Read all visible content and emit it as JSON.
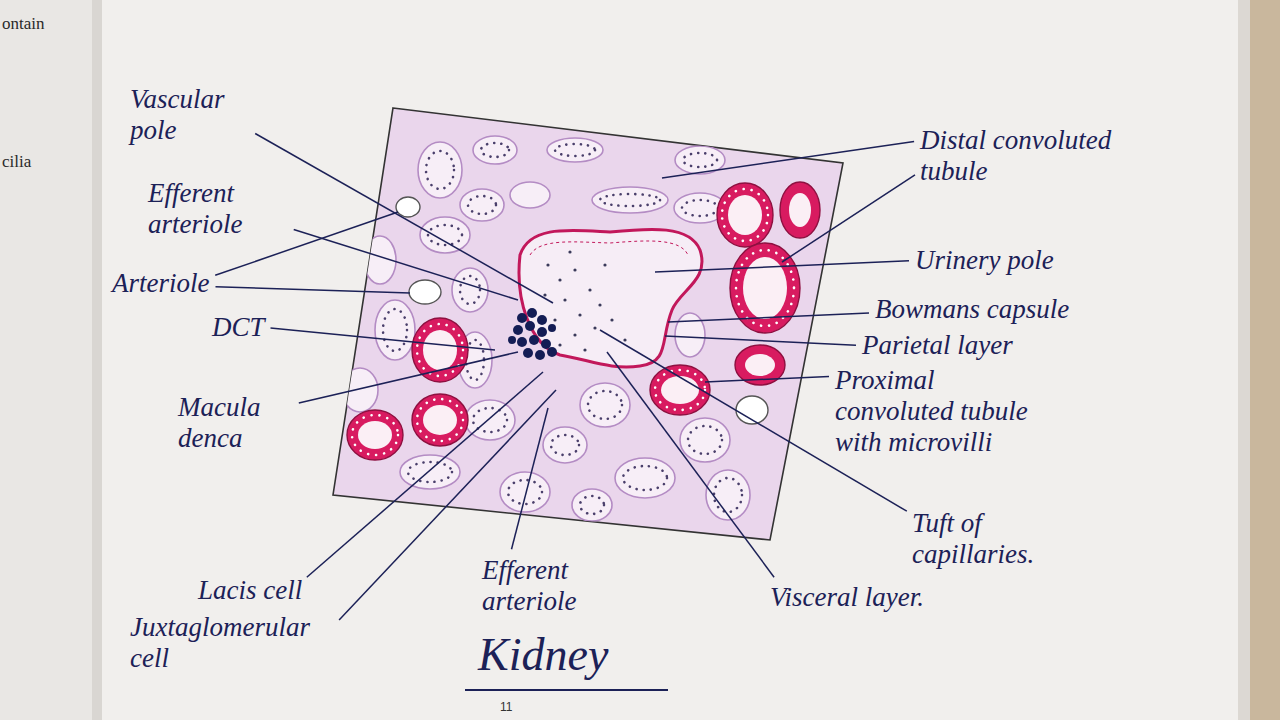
{
  "diagram": {
    "caption": "Kidney",
    "labels": [
      "ontain",
      "cilia",
      "Vascular pole",
      "Efferent arteriole",
      "Arteriole",
      "DCT",
      "Macula denca",
      "Lacis cell",
      "Juxtaglomerular cell",
      "Efferent arteriole",
      "Distal convoluted tubule",
      "Urinery pole",
      "Bowmans capsule",
      "Parietal layer",
      "Proximal convoluted tubule with microvilli",
      "Tuft of capillaries.",
      "Visceral layer.",
      "11"
    ]
  }
}
